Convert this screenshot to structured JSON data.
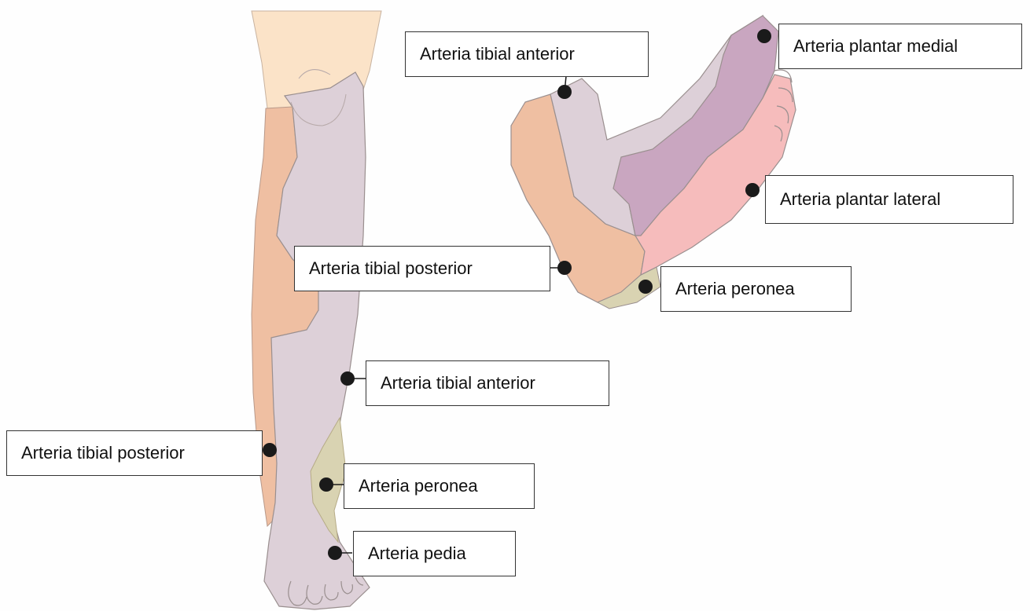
{
  "colors": {
    "thigh": "#fbe3c8",
    "tibial_anterior_region": "#ddd0d8",
    "tibial_posterior_region": "#efbfa2",
    "peroneal_region": "#d9d3b2",
    "plantar_medial_region": "#c9a6c0",
    "plantar_lateral_region": "#f6bcbc",
    "outline": "#9a8f8f",
    "dot": "#1a1a1a"
  },
  "labels": {
    "foot_tibial_anterior": "Arteria tibial anterior",
    "foot_plantar_medial": "Arteria plantar medial",
    "foot_plantar_lateral": "Arteria plantar lateral",
    "foot_tibial_posterior": "Arteria tibial posterior",
    "foot_peronea": "Arteria peronea",
    "leg_tibial_anterior": "Arteria tibial anterior",
    "leg_tibial_posterior": "Arteria tibial posterior",
    "leg_peronea": "Arteria peronea",
    "leg_pedia": "Arteria pedia"
  }
}
